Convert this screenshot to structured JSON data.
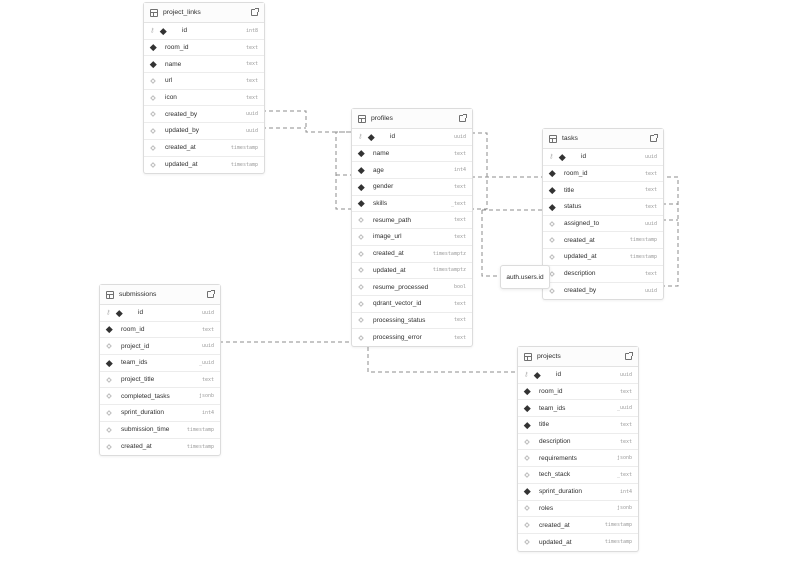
{
  "tables": {
    "project_links": {
      "name": "project_links",
      "columns": [
        {
          "name": "id",
          "type": "int8",
          "pk": true,
          "filled": true
        },
        {
          "name": "room_id",
          "type": "text",
          "filled": true
        },
        {
          "name": "name",
          "type": "text",
          "filled": true
        },
        {
          "name": "url",
          "type": "text",
          "filled": false
        },
        {
          "name": "icon",
          "type": "text",
          "filled": false
        },
        {
          "name": "created_by",
          "type": "uuid",
          "filled": false
        },
        {
          "name": "updated_by",
          "type": "uuid",
          "filled": false
        },
        {
          "name": "created_at",
          "type": "timestamp",
          "filled": false
        },
        {
          "name": "updated_at",
          "type": "timestamp",
          "filled": false
        }
      ]
    },
    "profiles": {
      "name": "profiles",
      "columns": [
        {
          "name": "id",
          "type": "uuid",
          "pk": true,
          "filled": true
        },
        {
          "name": "name",
          "type": "text",
          "filled": true
        },
        {
          "name": "age",
          "type": "int4",
          "filled": true
        },
        {
          "name": "gender",
          "type": "text",
          "filled": true
        },
        {
          "name": "skills",
          "type": "_text",
          "filled": true
        },
        {
          "name": "resume_path",
          "type": "text",
          "filled": false
        },
        {
          "name": "image_url",
          "type": "text",
          "filled": false
        },
        {
          "name": "created_at",
          "type": "timestamptz",
          "filled": false
        },
        {
          "name": "updated_at",
          "type": "timestamptz",
          "filled": false
        },
        {
          "name": "resume_processed",
          "type": "bool",
          "filled": false
        },
        {
          "name": "qdrant_vector_id",
          "type": "text",
          "filled": false
        },
        {
          "name": "processing_status",
          "type": "text",
          "filled": false
        },
        {
          "name": "processing_error",
          "type": "text",
          "filled": false
        }
      ]
    },
    "tasks": {
      "name": "tasks",
      "columns": [
        {
          "name": "id",
          "type": "uuid",
          "pk": true,
          "filled": true
        },
        {
          "name": "room_id",
          "type": "text",
          "filled": true
        },
        {
          "name": "title",
          "type": "text",
          "filled": true
        },
        {
          "name": "status",
          "type": "text",
          "filled": true
        },
        {
          "name": "assigned_to",
          "type": "uuid",
          "filled": false
        },
        {
          "name": "created_at",
          "type": "timestamp",
          "filled": false
        },
        {
          "name": "updated_at",
          "type": "timestamp",
          "filled": false
        },
        {
          "name": "description",
          "type": "text",
          "filled": false
        },
        {
          "name": "created_by",
          "type": "uuid",
          "filled": false
        }
      ]
    },
    "submissions": {
      "name": "submissions",
      "columns": [
        {
          "name": "id",
          "type": "uuid",
          "pk": true,
          "filled": true
        },
        {
          "name": "room_id",
          "type": "text",
          "filled": true
        },
        {
          "name": "project_id",
          "type": "uuid",
          "filled": false
        },
        {
          "name": "team_ids",
          "type": "_uuid",
          "filled": true
        },
        {
          "name": "project_title",
          "type": "text",
          "filled": false
        },
        {
          "name": "completed_tasks",
          "type": "jsonb",
          "filled": false
        },
        {
          "name": "sprint_duration",
          "type": "int4",
          "filled": false
        },
        {
          "name": "submission_time",
          "type": "timestamp",
          "filled": false
        },
        {
          "name": "created_at",
          "type": "timestamp",
          "filled": false
        }
      ]
    },
    "projects": {
      "name": "projects",
      "columns": [
        {
          "name": "id",
          "type": "uuid",
          "pk": true,
          "filled": true
        },
        {
          "name": "room_id",
          "type": "text",
          "filled": true
        },
        {
          "name": "team_ids",
          "type": "_uuid",
          "filled": true
        },
        {
          "name": "title",
          "type": "text",
          "filled": true
        },
        {
          "name": "description",
          "type": "text",
          "filled": false
        },
        {
          "name": "requirements",
          "type": "jsonb",
          "filled": false
        },
        {
          "name": "tech_stack",
          "type": "_text",
          "filled": false
        },
        {
          "name": "sprint_duration",
          "type": "int4",
          "filled": true
        },
        {
          "name": "roles",
          "type": "jsonb",
          "filled": false
        },
        {
          "name": "created_at",
          "type": "timestamp",
          "filled": false
        },
        {
          "name": "updated_at",
          "type": "timestamp",
          "filled": false
        }
      ]
    }
  },
  "tooltip": {
    "label": "auth.users.id"
  },
  "colors": {
    "border": "#dcdcdc",
    "connector": "#8e8e8e",
    "text": "#2f2f2f",
    "type_text": "#9a9a9a"
  }
}
